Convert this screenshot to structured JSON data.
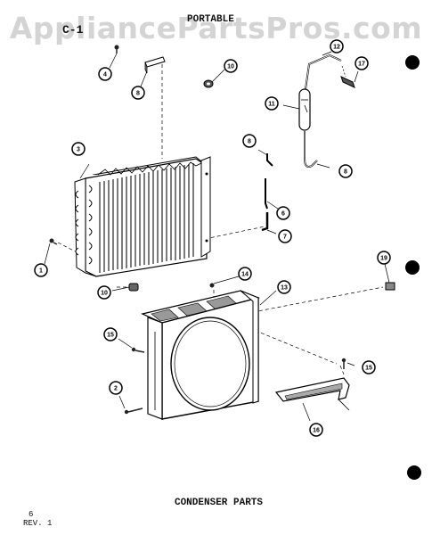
{
  "watermark": "AppliancePartsPros.com",
  "header": {
    "label": "PORTABLE",
    "code": "C-1"
  },
  "footer": {
    "title": "CONDENSER PARTS",
    "page": "6",
    "revision": "REV. 1"
  },
  "callouts": {
    "c1": "1",
    "c2": "2",
    "c3": "3",
    "c4": "4",
    "c6": "6",
    "c7": "7",
    "c8a": "8",
    "c8b": "8",
    "c8c": "8",
    "c10a": "10",
    "c10b": "10",
    "c11": "11",
    "c12": "12",
    "c13": "13",
    "c14": "14",
    "c15a": "15",
    "c15b": "15",
    "c16": "16",
    "c17": "17",
    "c19": "19"
  }
}
